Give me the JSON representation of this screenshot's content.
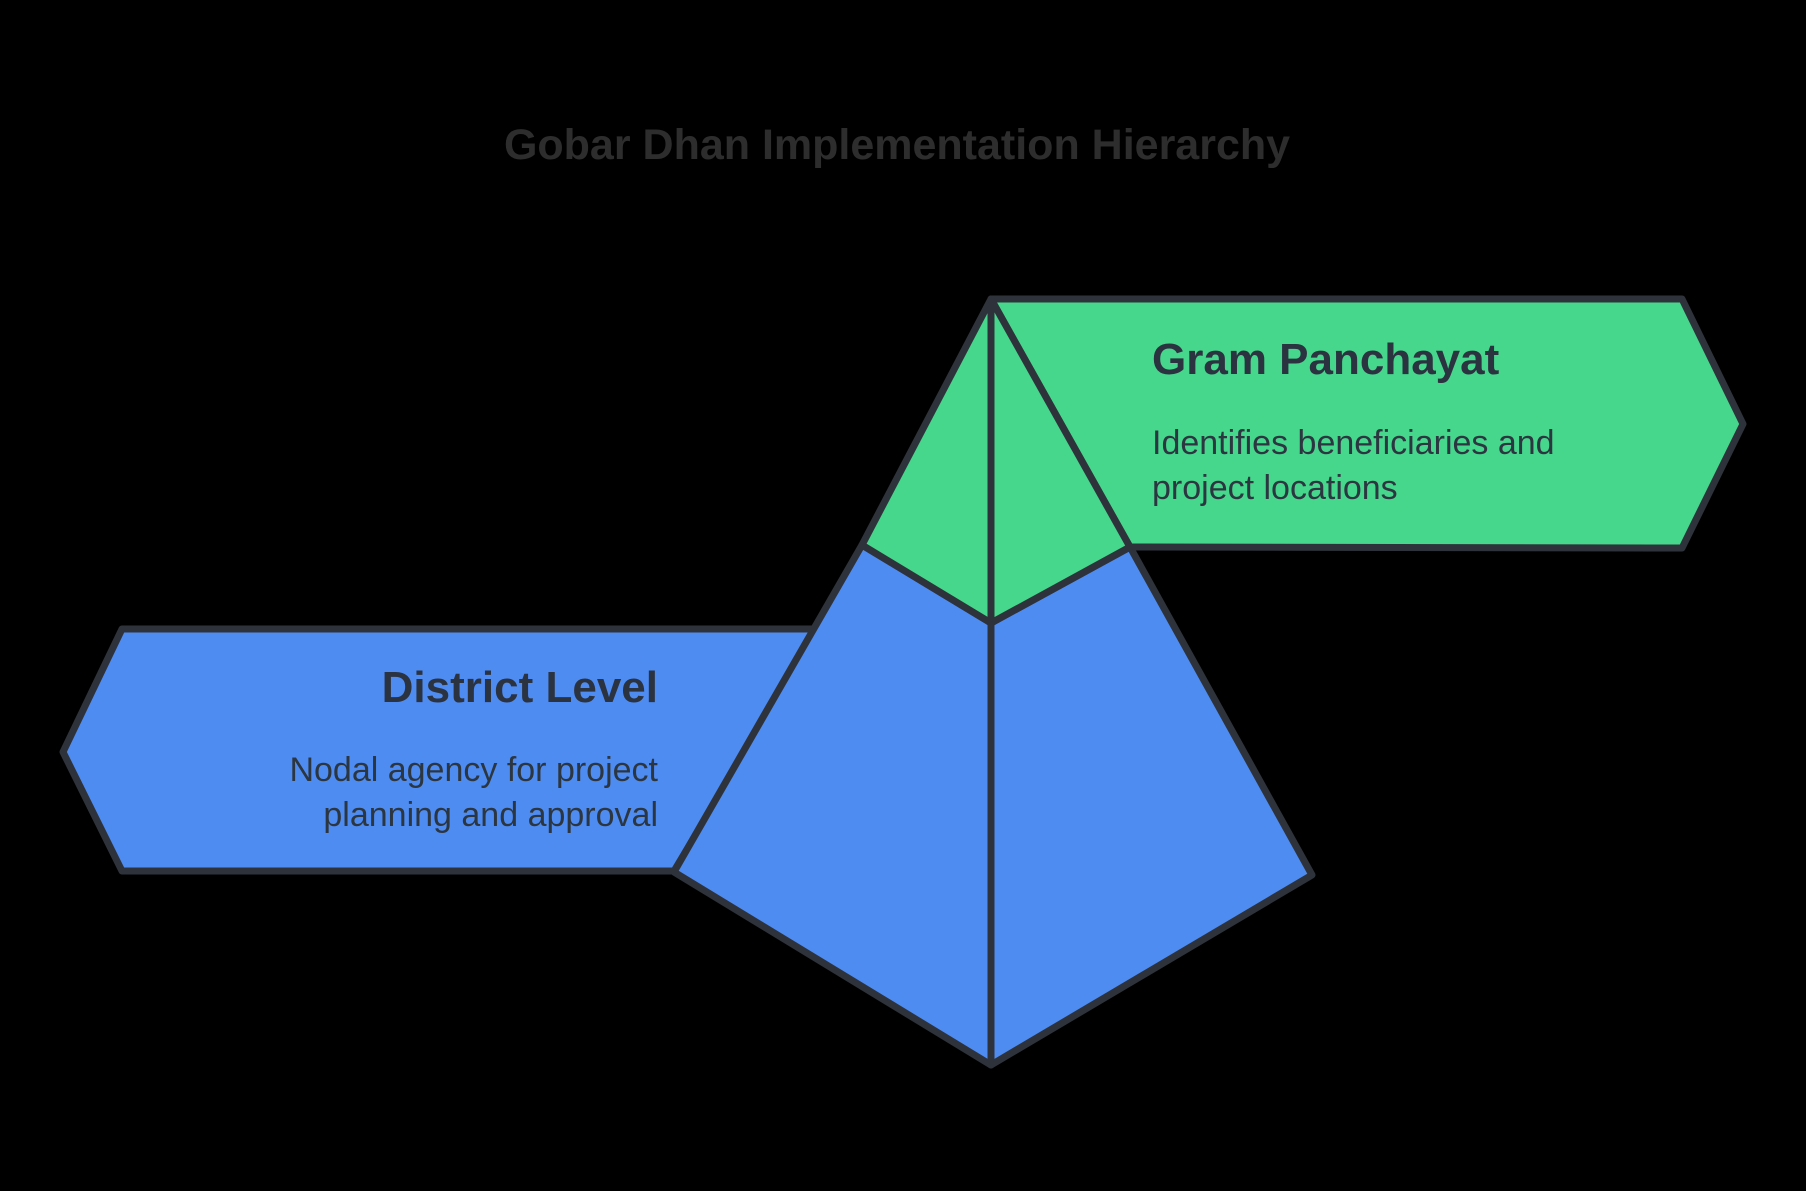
{
  "title": "Gobar Dhan Implementation Hierarchy",
  "colors": {
    "background": "#000000",
    "outline": "#2e333b",
    "title_text": "#2d2d2d",
    "heading_text": "#2b3340",
    "body_text": "#2c3640"
  },
  "levels": [
    {
      "id": "gram-panchayat",
      "name": "Gram Panchayat",
      "description": "Identifies beneficiaries and\nproject locations",
      "color": "#46d78c"
    },
    {
      "id": "district-level",
      "name": "District Level",
      "description": "Nodal agency for project\nplanning and approval",
      "color": "#4e8cf2"
    }
  ]
}
